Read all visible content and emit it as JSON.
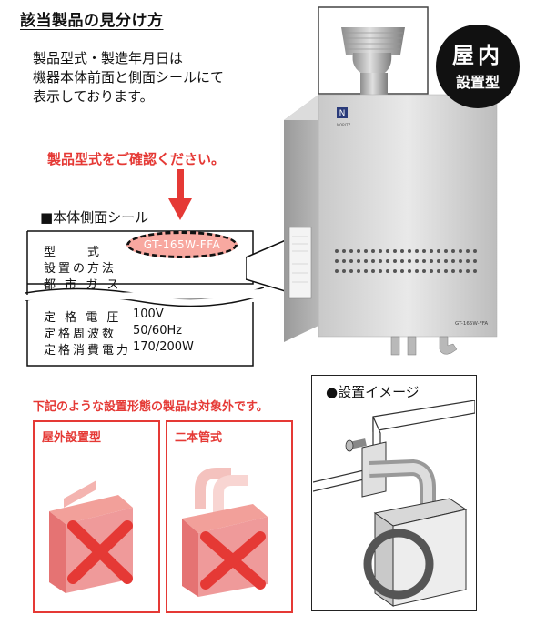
{
  "heading": "該当製品の見分け方",
  "description": [
    "製品型式・製造年月日は",
    "機器本体前面と側面シールにて",
    "表示しております。"
  ],
  "confirm_note": "製品型式をご確認ください。",
  "sticker": {
    "label": "■本体側面シール",
    "rows": [
      {
        "label": "型　　式",
        "value": "GT-165W-FFA"
      },
      {
        "label": "設置の方法",
        "value": ""
      },
      {
        "label": "都 市 ガ ス",
        "value": ""
      },
      {
        "label": "定 格 電 圧",
        "value": "100V"
      },
      {
        "label": "定格周波数",
        "value": "50/60Hz"
      },
      {
        "label": "定格消費電力",
        "value": "170/200W"
      }
    ]
  },
  "product": {
    "model_label": "GT-165W-FFA",
    "brand_mark": "N",
    "brand_sub": "NORITZ"
  },
  "badge": {
    "line1": "屋内",
    "line2": "設置型"
  },
  "exclusion_note": "下記のような設置形態の製品は対象外です。",
  "excluded": [
    {
      "title": "屋外設置型"
    },
    {
      "title": "二本管式"
    }
  ],
  "install_image": {
    "title": "●設置イメージ"
  },
  "colors": {
    "accent_red": "#e53935",
    "highlight_pink": "#f8a8a0",
    "badge_black": "#111111",
    "excluded_fill": "#ef9a9a"
  }
}
